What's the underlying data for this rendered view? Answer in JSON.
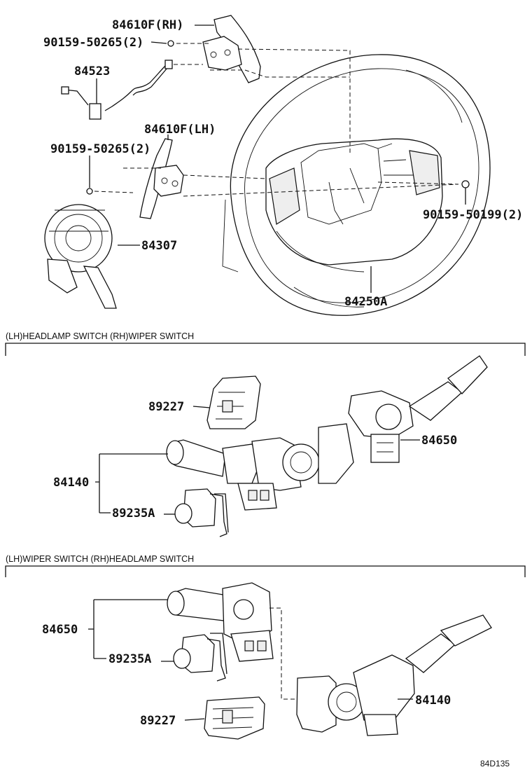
{
  "diagram": {
    "top_labels": {
      "paddle_rh": "84610F(RH)",
      "screw_rh": "90159-50265(2)",
      "wire_harness": "84523",
      "paddle_lh": "84610F(LH)",
      "screw_lh": "90159-50265(2)",
      "screw_right": "90159-50199(2)",
      "spiral_cable": "84307",
      "wheel_switch": "84250A"
    },
    "section1": {
      "title": "(LH)HEADLAMP SWITCH (RH)WIPER SWITCH",
      "labels": {
        "sensor": "89227",
        "headlamp_switch": "84140",
        "cruise_switch": "89235A",
        "wiper_switch": "84650"
      }
    },
    "section2": {
      "title": "(LH)WIPER SWITCH (RH)HEADLAMP SWITCH",
      "labels": {
        "wiper_switch": "84650",
        "cruise_switch": "89235A",
        "sensor": "89227",
        "headlamp_switch": "84140"
      }
    },
    "ref_code": "84D135"
  }
}
